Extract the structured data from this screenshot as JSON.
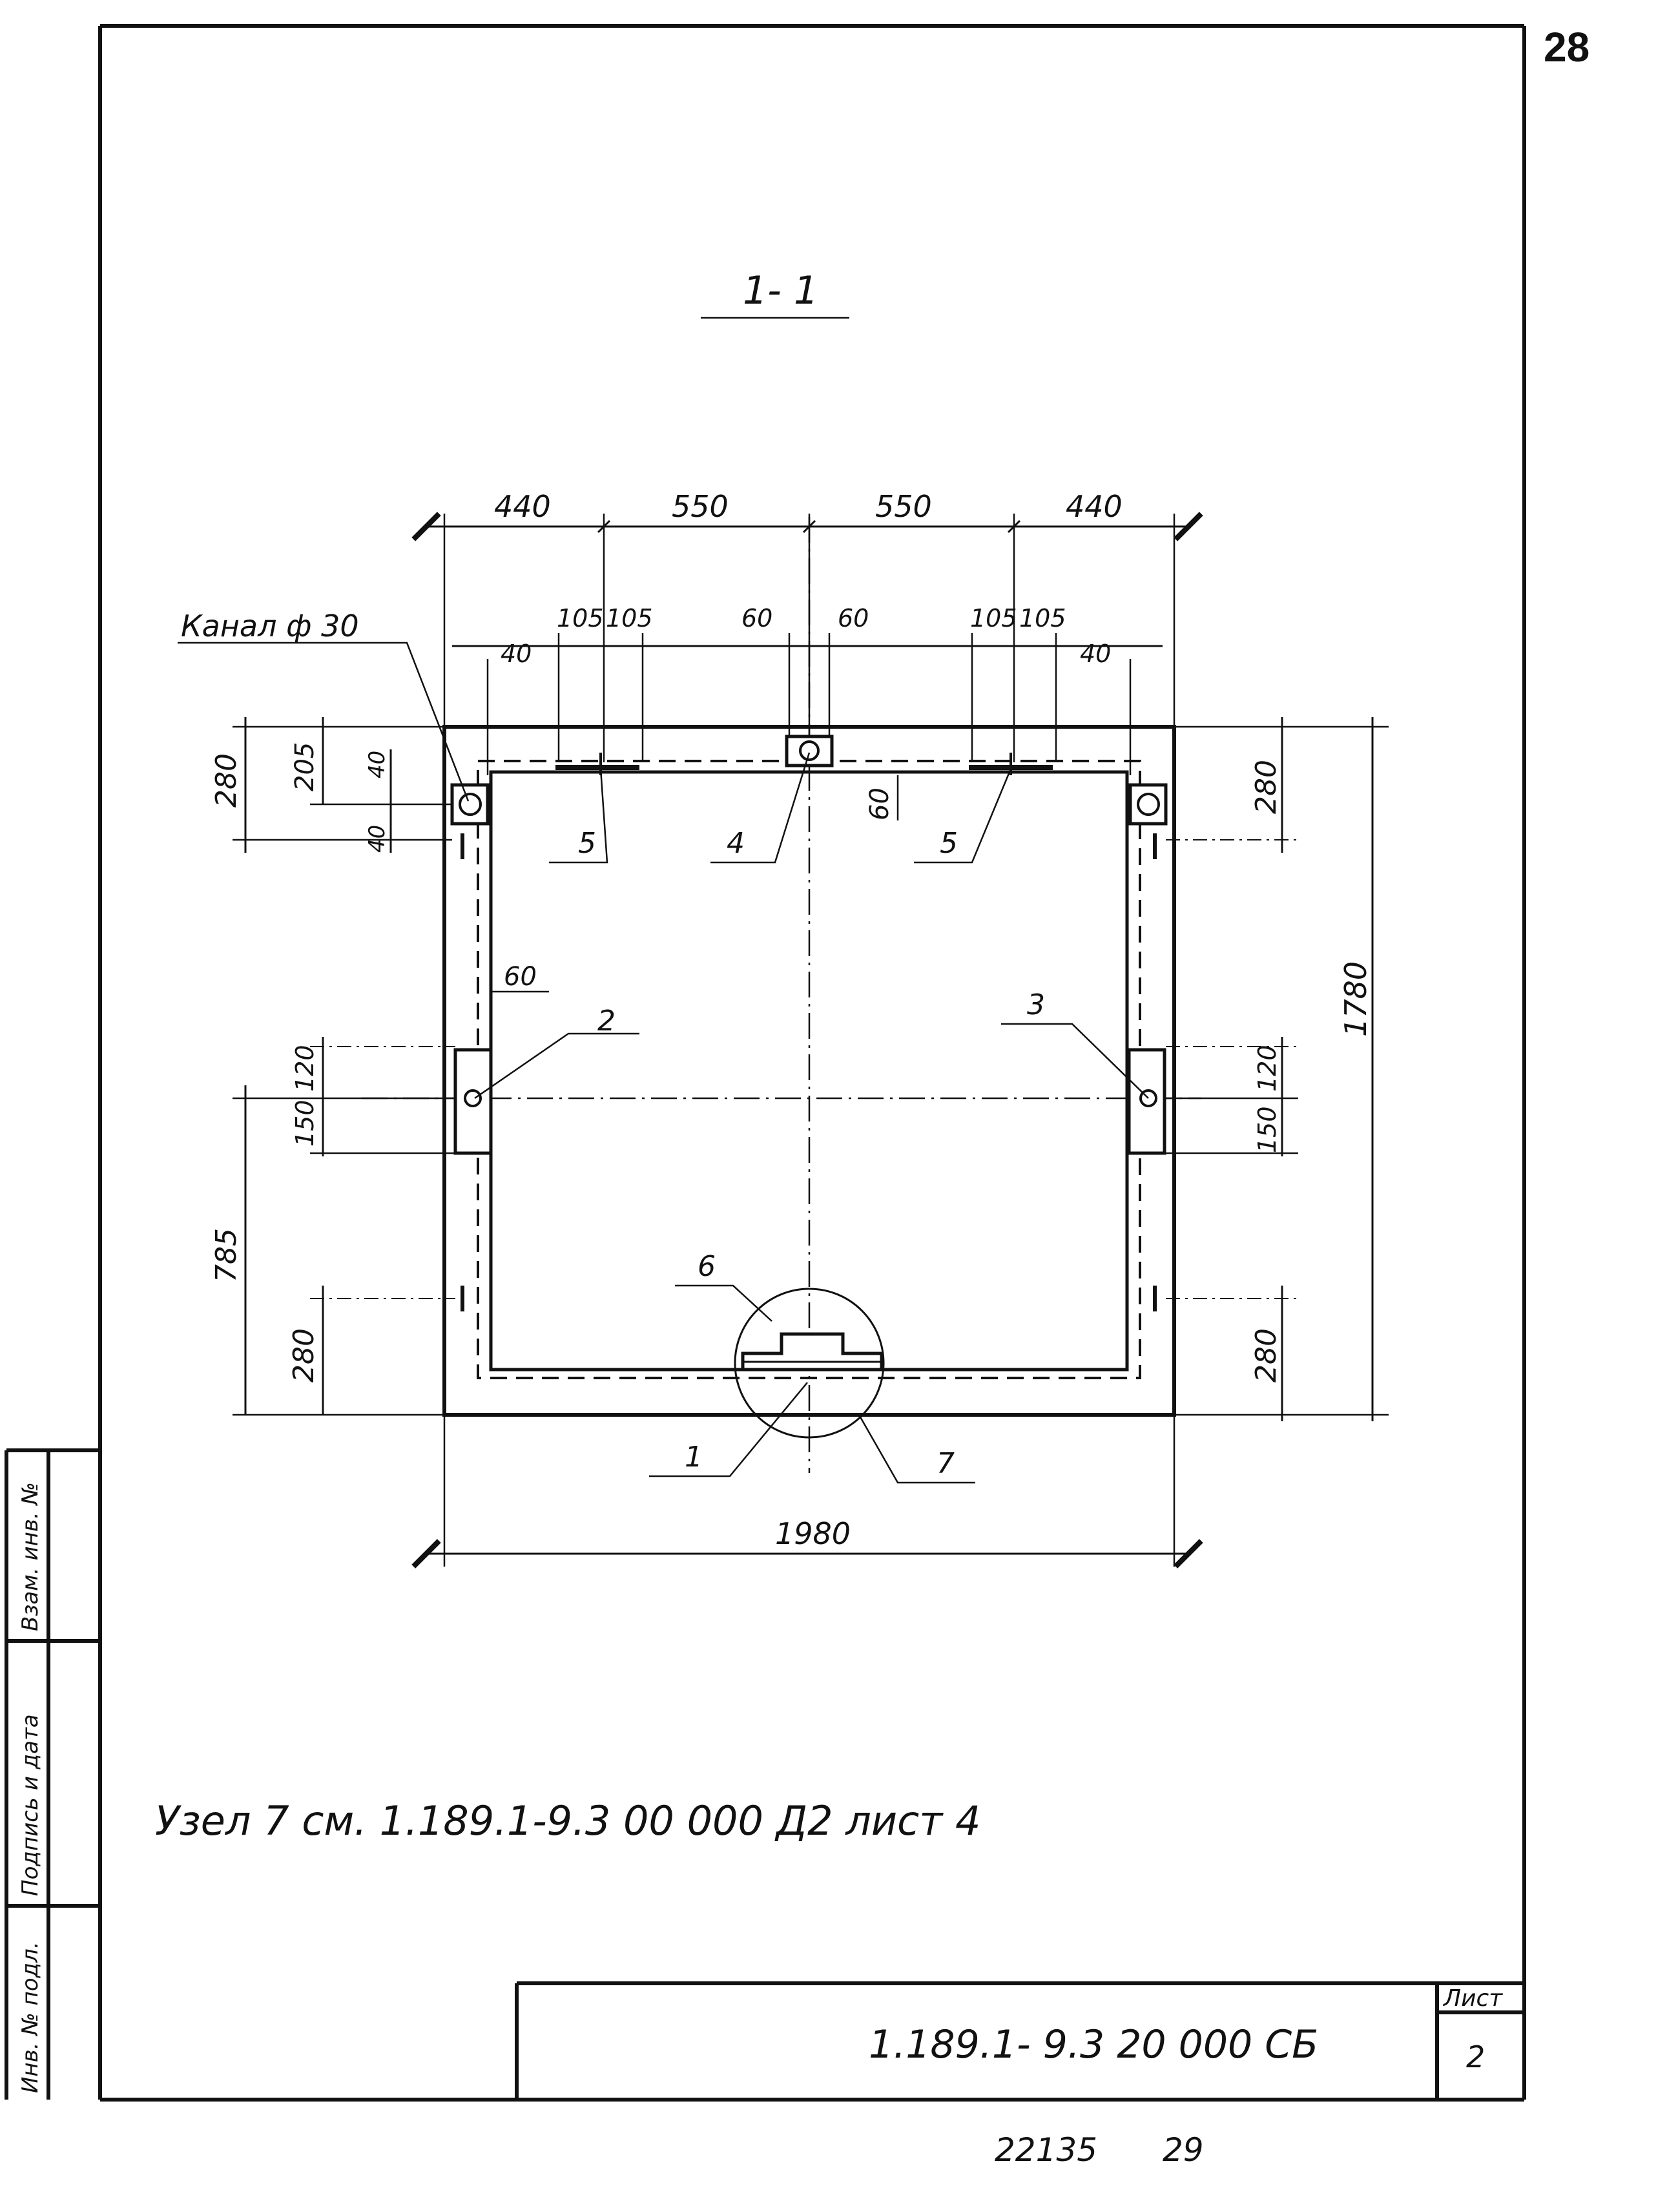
{
  "page_number": "28",
  "section_label": "1- 1",
  "channel_label": "Канал ф 30",
  "dimensions": {
    "top": [
      "440",
      "550",
      "550",
      "440"
    ],
    "top_secondary": [
      "105",
      "105",
      "60",
      "60",
      "105",
      "105"
    ],
    "small_40": "40",
    "left": [
      "280",
      "205",
      "40",
      "40"
    ],
    "left_mid": [
      "120",
      "150",
      "785",
      "280"
    ],
    "left_60": "60",
    "right": [
      "280",
      "1780",
      "120",
      "150",
      "280"
    ],
    "inner_60": "60",
    "bottom": "1980"
  },
  "callouts": [
    "1",
    "2",
    "3",
    "4",
    "5",
    "5",
    "6",
    "7"
  ],
  "note": "Узел 7 см. 1.189.1-9.3 00 000 Д2 лист 4",
  "side_stamp": [
    "Инв. № подл.",
    "Подпись и дата",
    "Взам. инв. №"
  ],
  "title_block": {
    "designation": "1.189.1- 9.3  20 000 СБ",
    "sheet_label": "Лист",
    "sheet_number": "2"
  },
  "footer": [
    "22135",
    "29"
  ]
}
